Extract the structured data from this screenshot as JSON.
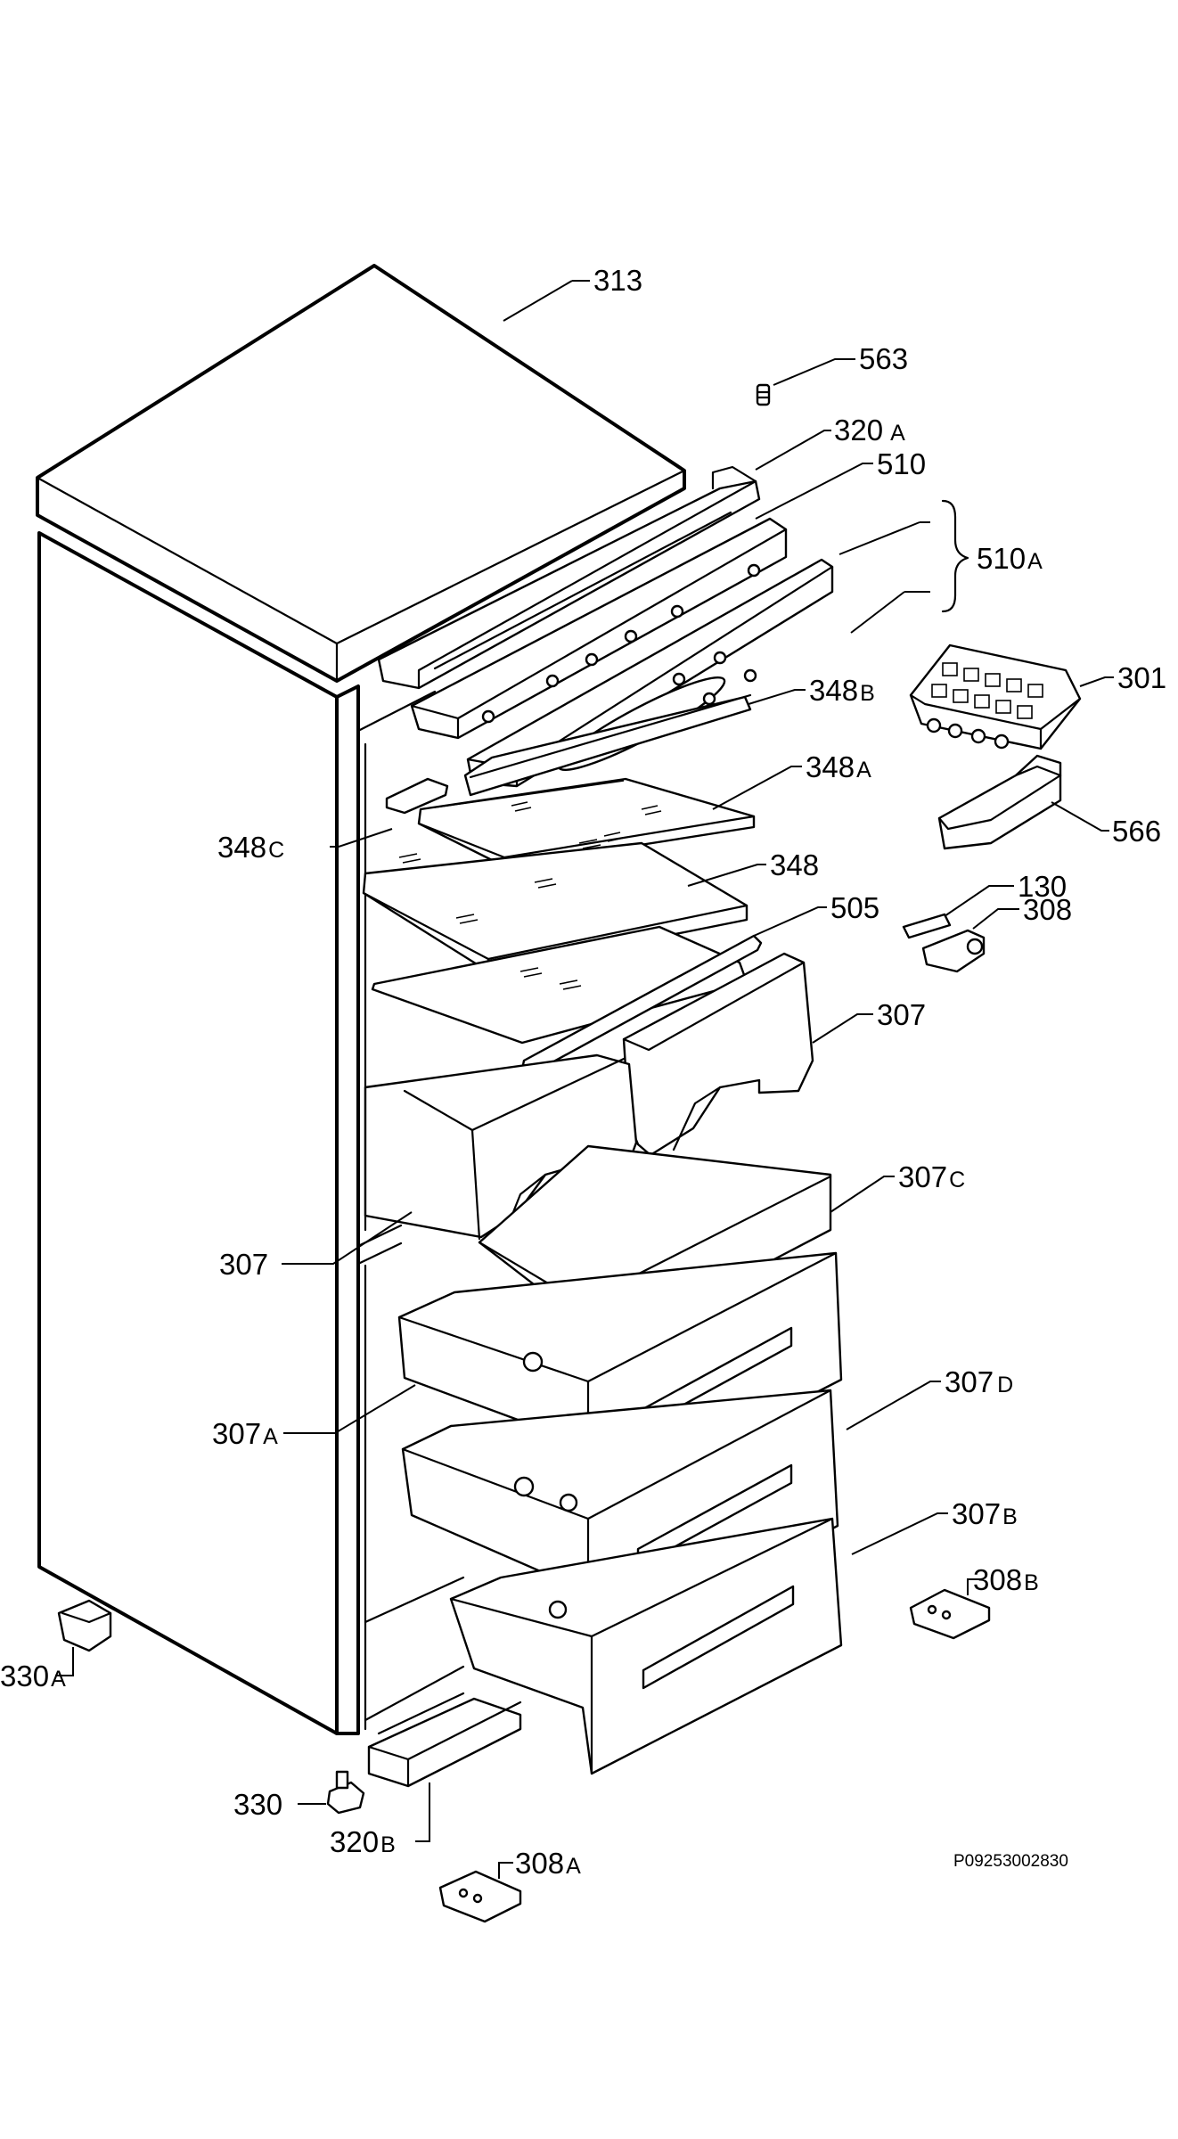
{
  "drawing_code": "P09253002830",
  "labels": [
    {
      "id": "313",
      "main": "313",
      "suffix": ""
    },
    {
      "id": "563",
      "main": "563",
      "suffix": ""
    },
    {
      "id": "320A",
      "main": "320",
      "suffix": "A"
    },
    {
      "id": "510",
      "main": "510",
      "suffix": ""
    },
    {
      "id": "510A",
      "main": "510",
      "suffix": "A"
    },
    {
      "id": "301",
      "main": "301",
      "suffix": ""
    },
    {
      "id": "348B",
      "main": "348",
      "suffix": "B"
    },
    {
      "id": "348A",
      "main": "348",
      "suffix": "A"
    },
    {
      "id": "348C",
      "main": "348",
      "suffix": "C"
    },
    {
      "id": "566",
      "main": "566",
      "suffix": ""
    },
    {
      "id": "130",
      "main": "130",
      "suffix": ""
    },
    {
      "id": "348",
      "main": "348",
      "suffix": ""
    },
    {
      "id": "308",
      "main": "308",
      "suffix": ""
    },
    {
      "id": "505",
      "main": "505",
      "suffix": ""
    },
    {
      "id": "307R",
      "main": "307",
      "suffix": ""
    },
    {
      "id": "307C",
      "main": "307",
      "suffix": "C"
    },
    {
      "id": "307L",
      "main": "307",
      "suffix": ""
    },
    {
      "id": "307D",
      "main": "307",
      "suffix": "D"
    },
    {
      "id": "307A",
      "main": "307",
      "suffix": "A"
    },
    {
      "id": "307B",
      "main": "307",
      "suffix": "B"
    },
    {
      "id": "308B",
      "main": "308",
      "suffix": "B"
    },
    {
      "id": "330A",
      "main": "330",
      "suffix": "A"
    },
    {
      "id": "330",
      "main": "330",
      "suffix": ""
    },
    {
      "id": "320B",
      "main": "320",
      "suffix": "B"
    },
    {
      "id": "308A",
      "main": "308",
      "suffix": "A"
    }
  ]
}
